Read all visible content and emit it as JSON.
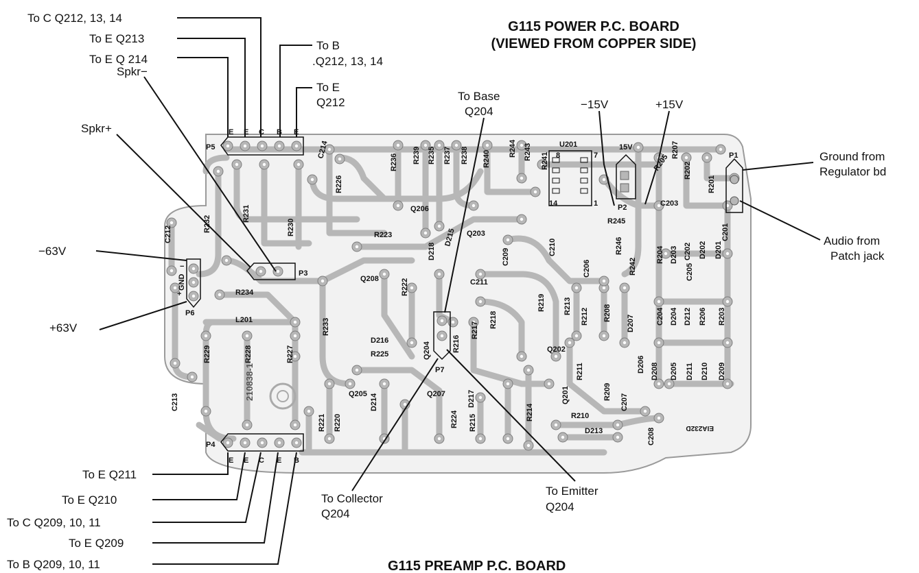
{
  "titles": {
    "power_line1": "G115 POWER P.C. BOARD",
    "power_line2": "(VIEWED FROM COPPER SIDE)",
    "preamp": "G115 PREAMP P.C. BOARD"
  },
  "callouts": {
    "c_q212": "To C Q212, 13, 14",
    "e_q213": "To E Q213",
    "e_q214": "To E Q 214",
    "b_q212_1": "To B",
    "b_q212_2": ".Q212, 13, 14",
    "e_q212_1": "To E",
    "e_q212_2": "Q212",
    "spkr_minus": "Spkr−",
    "spkr_plus": "Spkr+",
    "minus63": "−63V",
    "plus63": "+63V",
    "to_base_1": "To Base",
    "to_base_2": "Q204",
    "minus15": "−15V",
    "plus15": "+15V",
    "ground_1": "Ground from",
    "ground_2": "Regulator bd",
    "audio_1": "Audio from",
    "audio_2": "Patch jack",
    "e_q211": "To E Q211",
    "e_q210": "To E Q210",
    "c_q209": "To C Q209, 10, 11",
    "e_q209": "To E Q209",
    "b_q209": "To B Q209, 10, 11",
    "collector_1": "To Collector",
    "collector_2": "Q204",
    "emitter_1": "To Emitter",
    "emitter_2": "Q204"
  },
  "connectors": {
    "p1": "P1",
    "p2": "P2",
    "p3": "P3",
    "p4": "P4",
    "p5": "P5",
    "p6": "P6",
    "p7": "P7",
    "p5_pins": [
      "E",
      "E",
      "C",
      "B",
      "E"
    ],
    "p4_pins": [
      "E",
      "E",
      "C",
      "E",
      "B"
    ],
    "p6_pins": [
      "−",
      "GND",
      "+"
    ],
    "p2_label": "15V"
  },
  "components": [
    "R236",
    "R239",
    "R235",
    "R237",
    "R238",
    "R240",
    "R244",
    "R243",
    "R241",
    "U201",
    "R207",
    "R202",
    "R205",
    "R201",
    "C214",
    "R226",
    "R232",
    "R231",
    "R230",
    "C212",
    "R223",
    "Q206",
    "D215",
    "Q203",
    "C209",
    "C210",
    "C206",
    "R246",
    "R242",
    "R245",
    "C203",
    "C201",
    "R204",
    "D203",
    "C202",
    "D202",
    "D201",
    "C205",
    "Q208",
    "D218",
    "R222",
    "C211",
    "R234",
    "L201",
    "R233",
    "D216",
    "R225",
    "Q204",
    "R216",
    "R217",
    "R218",
    "R219",
    "R213",
    "R212",
    "R208",
    "D207",
    "C204",
    "D204",
    "D212",
    "R206",
    "R203",
    "R229",
    "R228",
    "R227",
    "C213",
    "Q202",
    "R211",
    "R209",
    "D206",
    "D208",
    "D205",
    "D211",
    "D210",
    "D209",
    "Q201",
    "C207",
    "Q205",
    "D214",
    "Q207",
    "D217",
    "R221",
    "R220",
    "R224",
    "R215",
    "R214",
    "R210",
    "D213",
    "C208"
  ],
  "board_marks": {
    "part_no": "210838-1",
    "rev_code": "EIA232D"
  }
}
